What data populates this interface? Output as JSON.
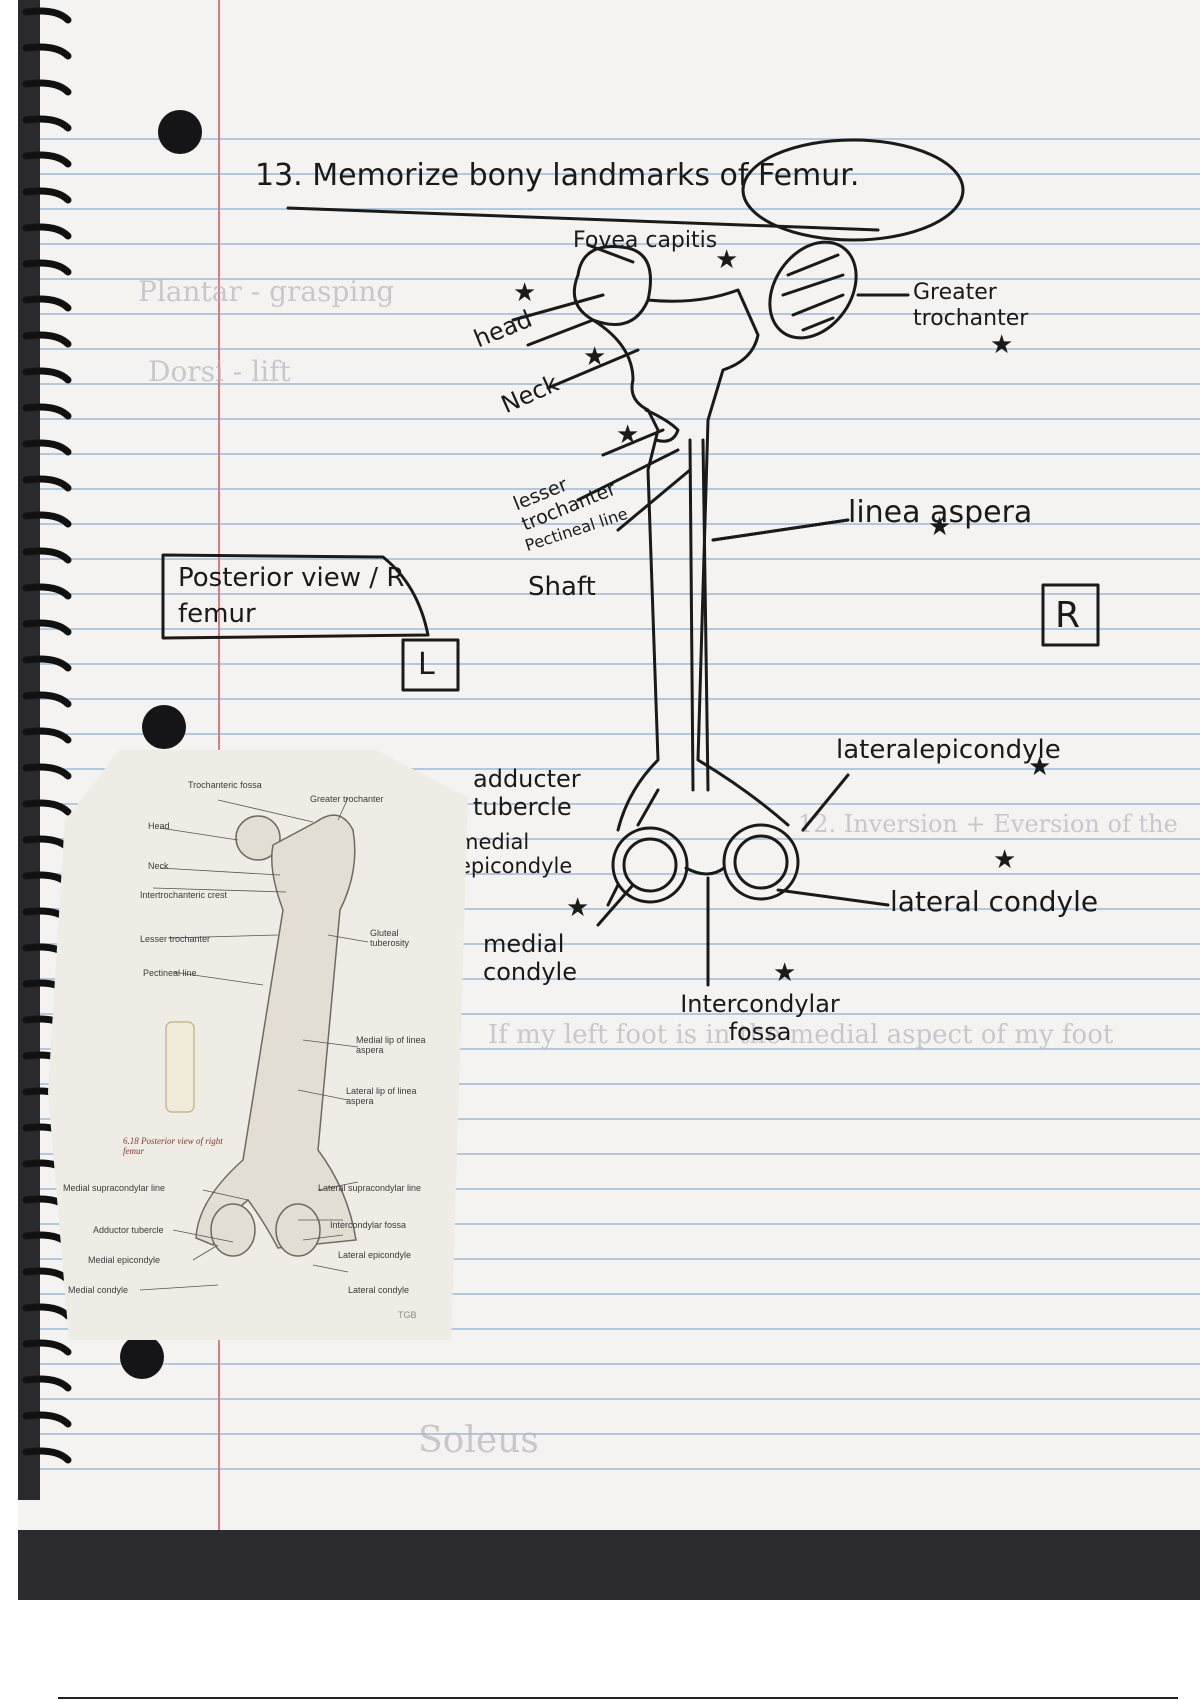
{
  "page": {
    "title": "13. Memorize bony landmarks of Femur.",
    "top_note": "Fovea capitis"
  },
  "labels": {
    "head": "head",
    "neck": "Neck",
    "lesser_trochanter": "lesser trochanter",
    "pectineal_line": "Pectineal line",
    "shaft": "Shaft",
    "greater_trochanter": "Greater trochanter",
    "linea_aspera": "linea aspera",
    "posterior_view": "Posterior view / R femur",
    "box_left": "L",
    "box_right": "R",
    "adductor_tubercle": "adducter tubercle",
    "medial_epicondyle": "medial epicondyle",
    "medial_condyle": "medial condyle",
    "intercondylar_fossa": "Intercondylar fossa",
    "lateral_epicondyle": "lateralepicondyle",
    "lateral_condyle": "lateral condyle"
  },
  "star_symbol": "★",
  "reference_image": {
    "labels": {
      "trochanteric_fossa": "Trochanteric fossa",
      "greater_trochanter": "Greater trochanter",
      "head": "Head",
      "neck": "Neck",
      "intertrochanteric_crest": "Intertrochanteric crest",
      "lesser_trochanter": "Lesser trochanter",
      "pectineal_line": "Pectineal line",
      "gluteal_tuberosity": "Gluteal tuberosity",
      "medial_lip": "Medial lip of linea aspera",
      "lateral_lip": "Lateral lip of linea aspera",
      "medial_supracondylar": "Medial supracondylar line",
      "lateral_supracondylar": "Lateral supracondylar line",
      "adductor_tubercle": "Adductor tubercle",
      "intercondylar_fossa": "Intercondylar fossa",
      "medial_epicondyle": "Medial epicondyle",
      "lateral_epicondyle": "Lateral epicondyle",
      "medial_condyle": "Medial condyle",
      "lateral_condyle": "Lateral condyle"
    },
    "caption": "6.18 Posterior view of right femur",
    "credit": "TGB"
  },
  "ghost_text": {
    "line1": "Plantar - grasping",
    "line2": "Dorsi - lift",
    "line3": "12. Inversion + Eversion of the",
    "line4": "If my left foot is in the medial aspect of my foot",
    "line5": "Soleus"
  },
  "colors": {
    "ink": "#1a1a1a",
    "paper": "#f4f3f1",
    "rule_blue": "#9fb9d6",
    "margin_red": "#e07a86"
  }
}
